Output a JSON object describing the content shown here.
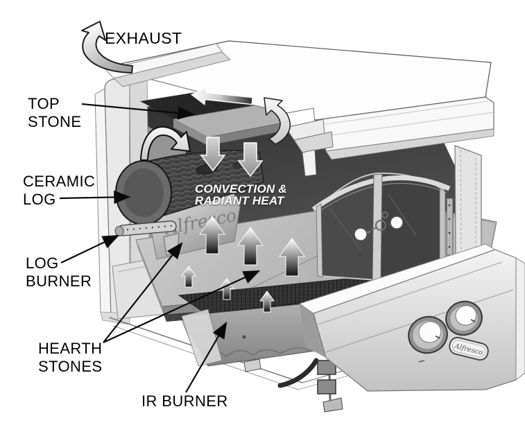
{
  "diagram": {
    "type": "pizza-oven-cutaway",
    "labels": {
      "exhaust": {
        "text": "EXHAUST"
      },
      "top_stone": {
        "line1": "TOP",
        "line2": "STONE"
      },
      "ceramic_log": {
        "line1": "CERAMIC",
        "line2": "LOG"
      },
      "log_burner": {
        "line1": "LOG",
        "line2": "BURNER"
      },
      "hearth_stones": {
        "line1": "HEARTH",
        "line2": "STONES"
      },
      "ir_burner": {
        "text": "IR BURNER"
      },
      "heat": {
        "line1": "CONVECTION &",
        "line2": "RADIANT HEAT"
      }
    },
    "brand": {
      "script": "Alfresco"
    },
    "arrows": {
      "exhaust_curved": "curved-swoosh-up-left",
      "top_flow": "horizontal-left",
      "convection_arch": "arch-down-right",
      "convection_curl": "curl-up-around-stone",
      "down_arrows": 2,
      "up_arrows": 3,
      "small_up_arrows": 3
    },
    "colors": {
      "background": "#ffffff",
      "label_text": "#000000",
      "heat_text": "#ffffff",
      "interior_dark": "#3a3a3a",
      "steel_light": "#ececec",
      "stone_gray": "#b5b5b5"
    }
  }
}
